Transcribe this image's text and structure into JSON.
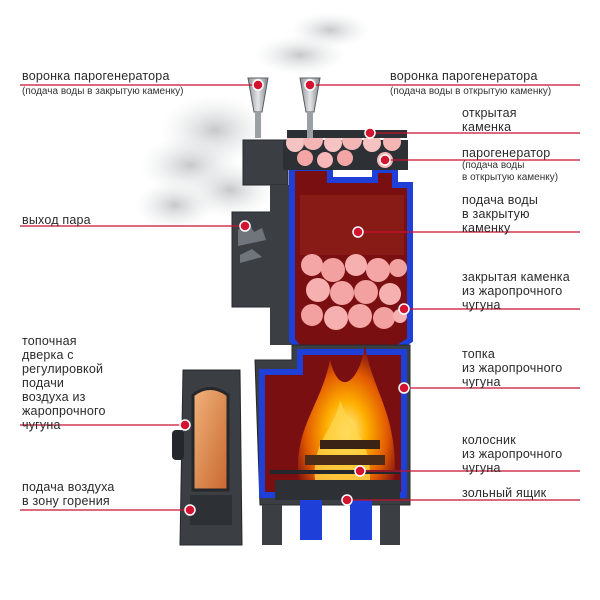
{
  "colors": {
    "leader": "#c8102e",
    "dot": "#d3132f",
    "metal": "#3b3f44",
    "metal_dark": "#24272b",
    "insulation": "#1e3fd8",
    "inner": "#7a0f12",
    "stone": "#f4a6a6",
    "flame": "#ffb000"
  },
  "labels": {
    "left_1": "воронка парогенератора",
    "left_1_sub": "(подача воды в закрытую каменку)",
    "left_2": "выход пара",
    "left_3": "топочная\nдверка с\nрегулировкой\nподачи\nвоздуха из\nжаропрочного\nчугуна",
    "left_4": "подача воздуха\nв зону горения",
    "right_1": "воронка парогенератора",
    "right_1_sub": "(подача воды в открытую каменку)",
    "right_2": "открытая\nкаменка",
    "right_3": "парогенератор",
    "right_3_sub": "(подача воды\nв открытую каменку)",
    "right_4": "подача воды\nв закрытую\nкаменку",
    "right_5": "закрытая каменка\nиз жаропрочного\nчугуна",
    "right_6": "топка\nиз жаропрочного\nчугуна",
    "right_7": "колосник\nиз жаропрочного\nчугуна",
    "right_8": "зольный ящик"
  }
}
